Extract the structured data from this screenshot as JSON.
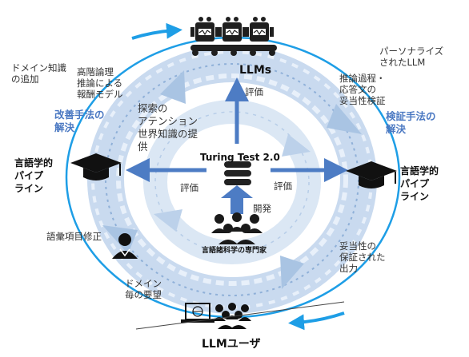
{
  "nodes": {
    "llms": "LLMs",
    "turing": "Turing Test 2.0",
    "users": "LLMユーザ",
    "experts": "言語諸科学の専門家",
    "pipeline_left": "言語学的\nパイプ\nライン",
    "pipeline_right": "言語学的\nパイプ\nライン"
  },
  "edges": {
    "eval_top": "評価",
    "eval_left": "評価",
    "eval_right": "評価",
    "develop": "開発"
  },
  "labels": {
    "domain_knowledge": "ドメイン知識\nの追加",
    "reward_model": "高階論理\n推論による\n報酬モデル",
    "improvement": "改善手法の\n解決",
    "attention": "探索の\nアテンション\n世界知識の提\n供",
    "personalized": "パーソナライズ\nされたLLM",
    "verification": "推論過程・\n応答文の\n妥当性検証",
    "validation": "検証手法の\n解決",
    "vocab_fix": "語彙項目修正",
    "domain_needs": "ドメイン\n毎の要望",
    "validity_output": "妥当性の\n保証された\n出力"
  },
  "colors": {
    "accent": "#4a78c2",
    "cycle": "#1e9ee6",
    "arrow": "#4d7cc4",
    "ring_light": "#dbe7f4",
    "ring_mid": "#a9c4e3"
  }
}
